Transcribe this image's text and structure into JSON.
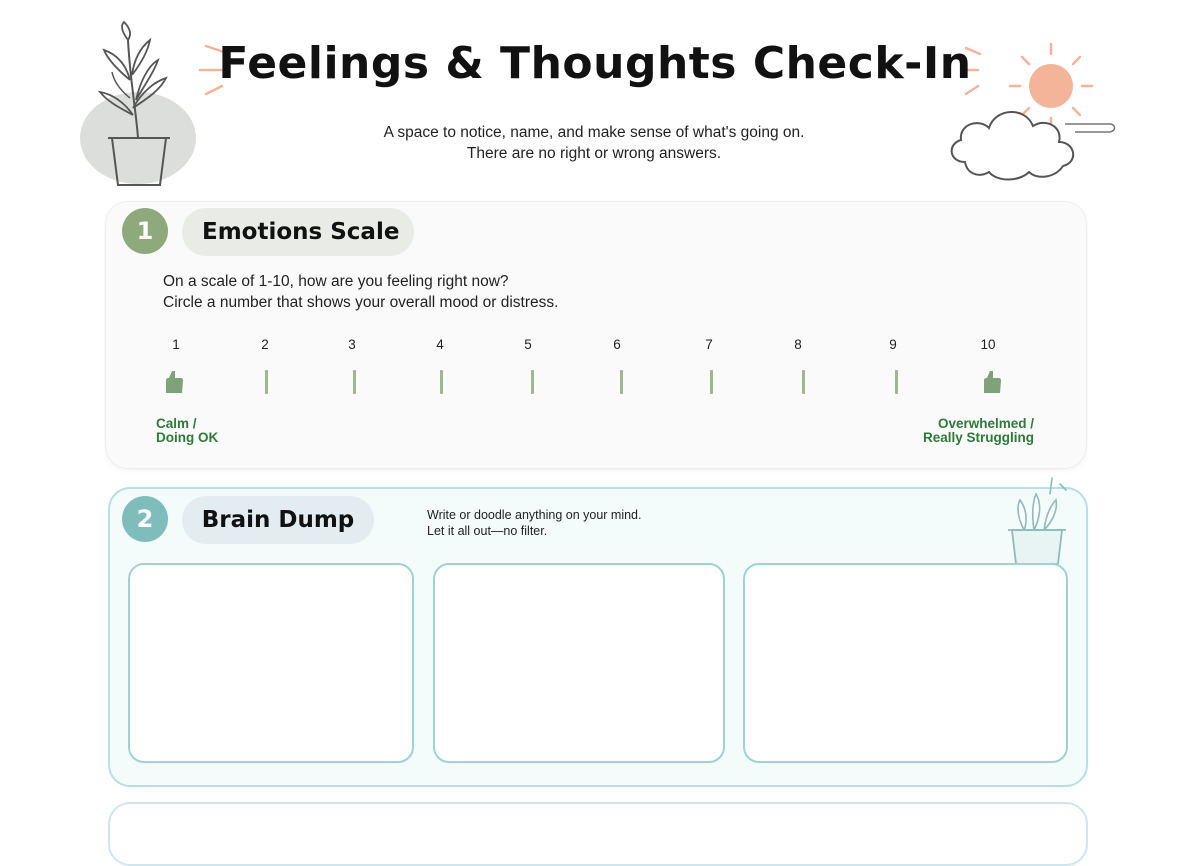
{
  "header": {
    "title": "Feelings & Thoughts Check-In",
    "subtitle_line1": "A space to notice, name, and make sense of what's going on.",
    "subtitle_line2": "There are no right or wrong answers."
  },
  "section1": {
    "number": "1",
    "title": "Emotions Scale",
    "question_line1": "On a scale of 1-10, how are you feeling right now?",
    "question_line2": "Circle a number that shows your overall mood or distress.",
    "scale": [
      "1",
      "2",
      "3",
      "4",
      "5",
      "6",
      "7",
      "8",
      "9",
      "10"
    ],
    "low_label_line1": "Calm /",
    "low_label_line2": "Doing OK",
    "high_label_line1": "Overwhelmed /",
    "high_label_line2": "Really Struggling"
  },
  "section2": {
    "number": "2",
    "title": "Brain Dump",
    "instruction_line1": "Write or doodle anything on your mind.",
    "instruction_line2": "Let it all out—no filter."
  },
  "colors": {
    "green_accent": "#8ea97c",
    "teal_accent": "#7fbcbc",
    "label_green": "#2f7a3a",
    "sun": "#f3b49a"
  },
  "icons": [
    "potted-plant-icon",
    "sun-icon",
    "cloud-icon",
    "small-plant-icon",
    "thumb-marker-icon"
  ]
}
